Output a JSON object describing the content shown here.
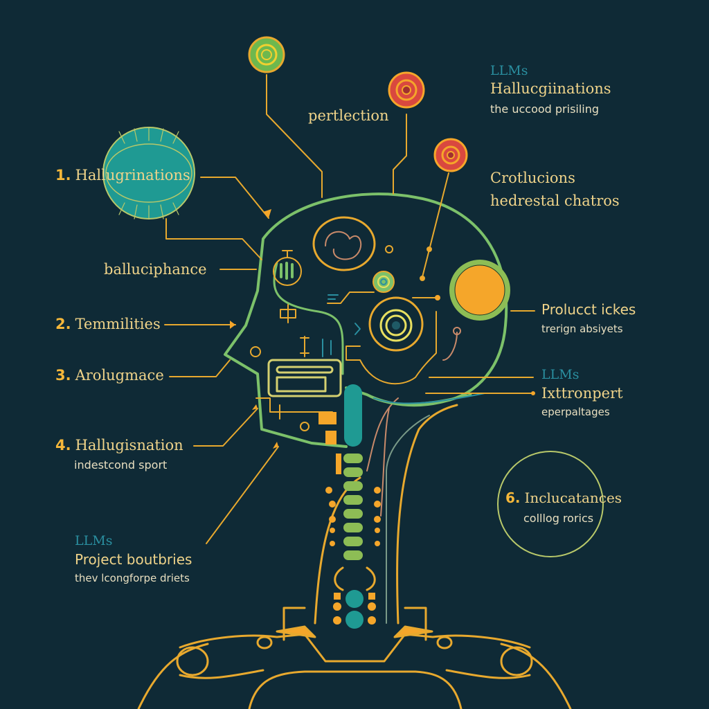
{
  "colors": {
    "background": "#0f2a36",
    "gold": "#f0b43a",
    "green": "#7cc16a",
    "teal": "#1f9a93",
    "red": "#d9483f",
    "orange": "#f5a62a",
    "text": "#f0d48a",
    "teal_text": "#2a8fa0"
  },
  "top": {
    "perlection": "pertlection"
  },
  "right": {
    "block1": {
      "tag": "LLMs",
      "title": "Hallucgiinations",
      "sub": "the uccood prisiling"
    },
    "block2": {
      "title": "Crotlucions",
      "sub": "hedrestal chatros"
    },
    "block3": {
      "title": "Prolucct ickes",
      "sub": "trerign absiyets"
    },
    "block4": {
      "tag": "LLMs",
      "title": "Ixttronpert",
      "sub": "eperpaltages"
    },
    "block6": {
      "num": "6.",
      "title": "Inclucatances",
      "sub": "colllog rorics"
    }
  },
  "left": {
    "item1": {
      "num": "1.",
      "title": "Hallugrinations"
    },
    "plain": {
      "title": "balluciphance"
    },
    "item2": {
      "num": "2.",
      "title": "Temmilities"
    },
    "item3": {
      "num": "3.",
      "title": "Arolugmace"
    },
    "item4": {
      "num": "4.",
      "title": "Hallugisnation",
      "sub": "indestcond sport"
    },
    "block5": {
      "tag": "LLMs",
      "title": "Project boutbries",
      "sub": "thev lcongforpe driets"
    }
  },
  "icons": {
    "node_green": "target-icon",
    "node_red_1": "target-icon",
    "node_red_2": "target-icon",
    "sun": "orange-disc-icon",
    "globe": "teal-globe-icon"
  }
}
